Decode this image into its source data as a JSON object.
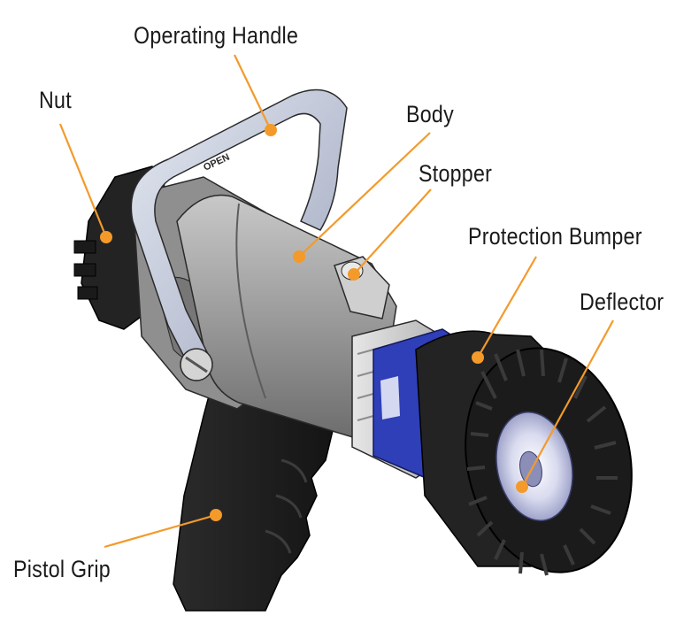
{
  "diagram": {
    "colors": {
      "leader_line": "#F39A2B",
      "label_text": "#1a1a1a",
      "body_metal": "#9a9a9a",
      "rubber": "#1f1f1f",
      "blue_ring": "#2f3fb8",
      "handle": "#c9cfe0"
    },
    "labels": {
      "operating_handle": "Operating Handle",
      "nut": "Nut",
      "body": "Body",
      "stopper": "Stopper",
      "protection_bumper": "Protection Bumper",
      "deflector": "Deflector",
      "pistol_grip": "Pistol Grip"
    },
    "markings": {
      "open": "OPEN"
    }
  }
}
